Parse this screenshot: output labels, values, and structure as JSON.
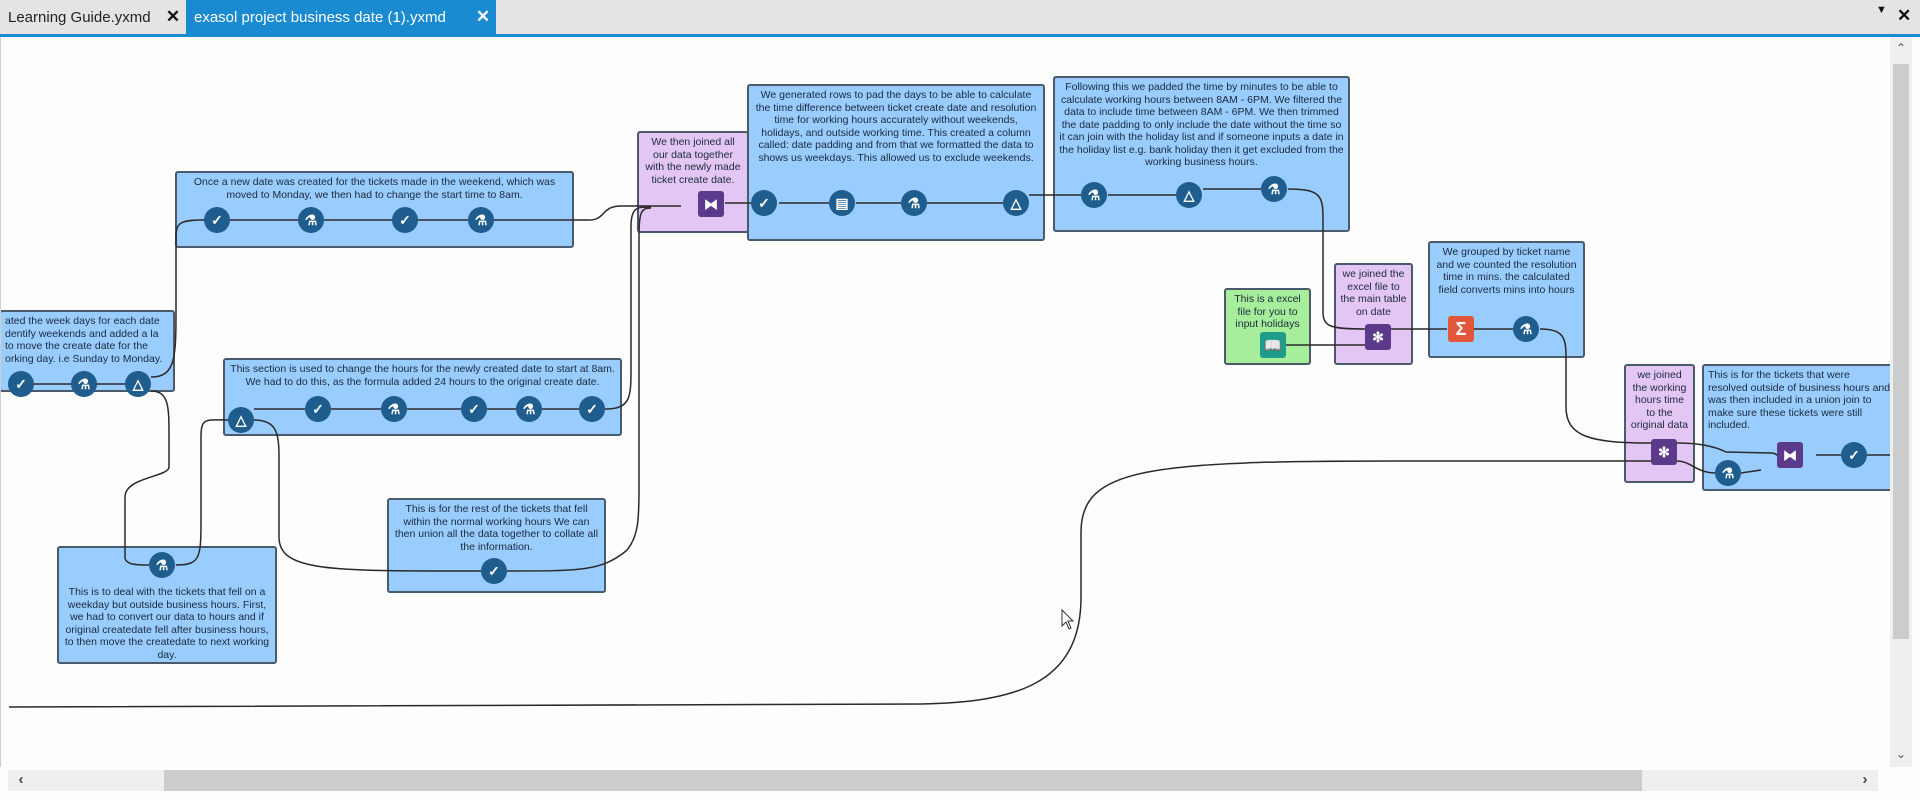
{
  "tabs": [
    {
      "label": "Learning Guide.yxmd",
      "active": false,
      "close": "✕"
    },
    {
      "label": "exasol project business date (1).yxmd",
      "active": true,
      "close": "✕"
    }
  ],
  "tab_menu_icon": "▼",
  "tab_close_all": "✕",
  "annotations": {
    "weekdays": "ated the week days for each date dentify weekends and added a la to move the create date for the orking day. i.e Sunday to Monday.",
    "weekend_start": "Once a new date was created for the tickets made in the weekend, which was moved to Monday, we then had to change the start time to 8am.",
    "hours_section": "This section is used to change the hours for the newly created date to start at 8am. We had to do this, as the formula added 24 hours to the original create date.",
    "outside_hours": "This is to deal with the tickets that fell on a weekday but outside business hours. First, we had to convert our data to hours and if original createdate fell after business hours, to then move the createdate to next working day.",
    "rest_tickets": "This is for the rest of the tickets that fell within the normal working hours We can then union all the data together to collate all the information.",
    "joined_all": "We then joined all our data together with the newly made ticket create date.",
    "generated_rows": "We generated rows to pad the days to be able to calculate the time difference between ticket create date and resolution time for working hours accurately without weekends, holidays, and outside working time. This created a column called: date padding and from that we formatted the data to shows us weekdays. This allowed us to exclude weekends.",
    "padded_time": "Following this we padded the time by minutes to be able to calculate working hours between 8AM - 6PM. We filtered the data to include time between 8AM - 6PM. We then trimmed the date padding to only include the date without the time so it can join with the holiday list and if someone inputs a date in the holiday list e.g. bank holiday then it get excluded from the working business hours.",
    "excel_holidays": "This is a excel file for you to input holidays",
    "joined_excel": "we joined the excel file to the main table on date",
    "grouped": "We grouped by ticket name and we counted the resolution time in mins. the calculated field converts mins into hours",
    "joined_working": "we joined the working hours time to the original data",
    "resolved_outside": "This is for the tickets that were resolved outside of business hours and was then included in a union join to make sure these tickets were still included."
  },
  "tool_icons": {
    "select": "✓",
    "formula": "⚗",
    "filter": "△",
    "union": "⧓",
    "generate_rows": "▤",
    "summarize": "Σ",
    "join": "✻",
    "input": "📖"
  },
  "scroll": {
    "up": "⌃",
    "down": "⌄",
    "left": "‹",
    "right": "›"
  }
}
